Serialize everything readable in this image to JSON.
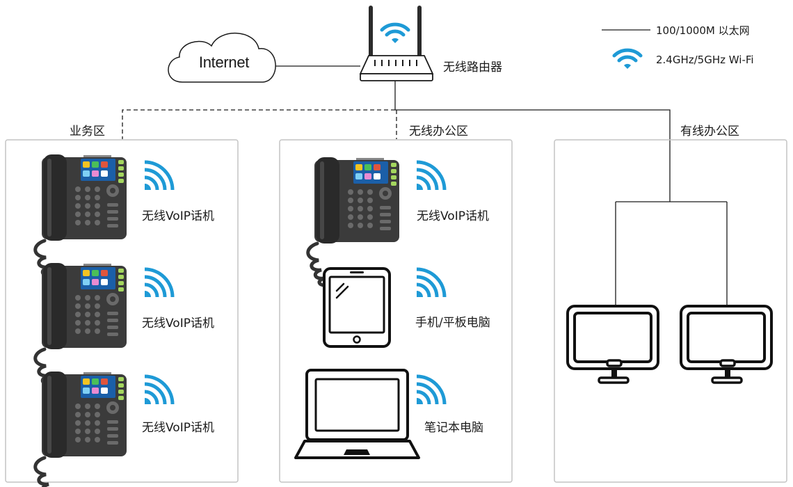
{
  "legend": {
    "wired_label": "100/1000M 以太网",
    "wifi_label": "2.4GHz/5GHz Wi-Fi"
  },
  "internet": {
    "label": "Internet"
  },
  "router": {
    "label": "无线路由器"
  },
  "zones": {
    "business": {
      "title": "业务区",
      "devices": [
        {
          "label": "无线VoIP话机",
          "icon": "desk-phone-icon"
        },
        {
          "label": "无线VoIP话机",
          "icon": "desk-phone-icon"
        },
        {
          "label": "无线VoIP话机",
          "icon": "desk-phone-icon"
        }
      ]
    },
    "wireless_office": {
      "title": "无线办公区",
      "devices": [
        {
          "label": "无线VoIP话机",
          "icon": "desk-phone-icon"
        },
        {
          "label": "手机/平板电脑",
          "icon": "tablet-icon"
        },
        {
          "label": "笔记本电脑",
          "icon": "laptop-icon"
        }
      ]
    },
    "wired_office": {
      "title": "有线办公区",
      "devices": [
        {
          "icon": "monitor-icon"
        },
        {
          "icon": "monitor-icon"
        }
      ]
    }
  },
  "colors": {
    "wifi": "#1e9ad6",
    "line": "#1a1a1a",
    "zone_border": "#c4c4c4"
  }
}
